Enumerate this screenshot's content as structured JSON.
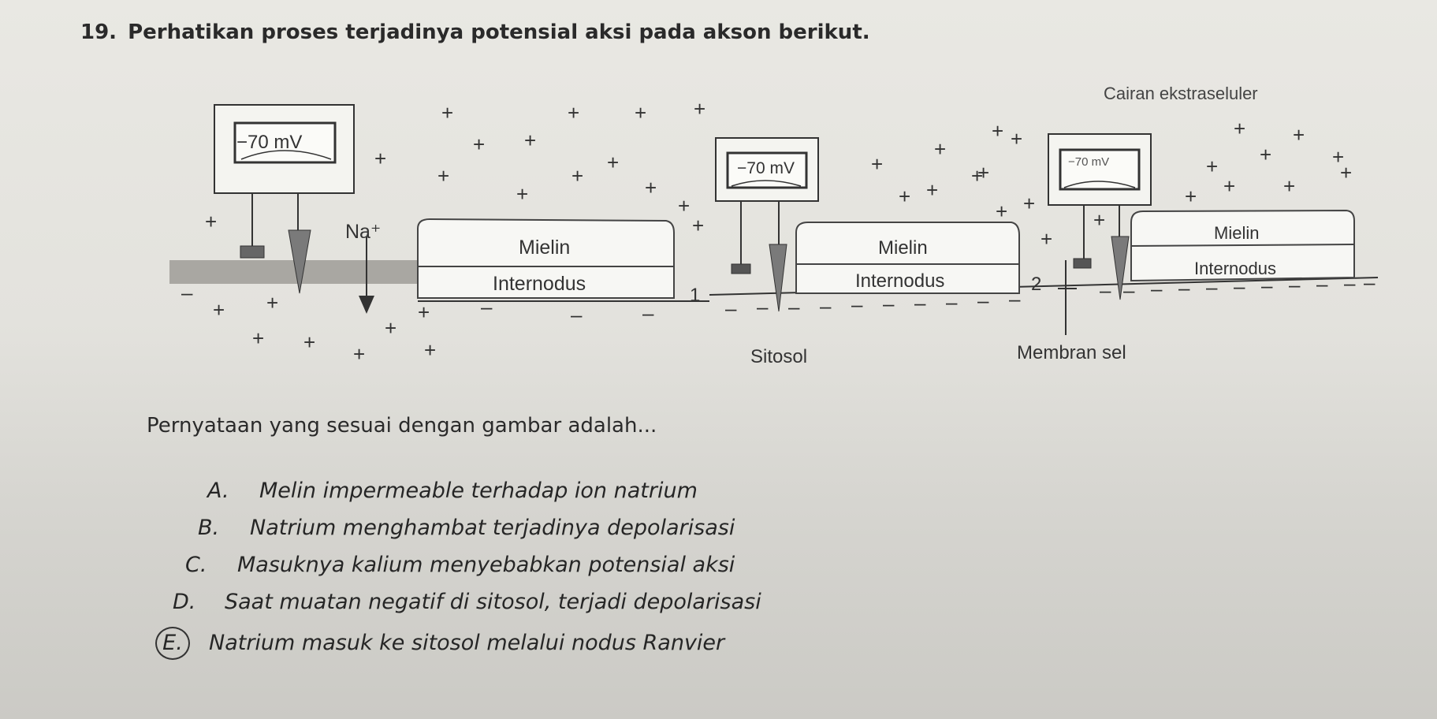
{
  "question": {
    "number": "19.",
    "text": "Perhatikan proses terjadinya potensial aksi pada akson berikut."
  },
  "diagram": {
    "label_extracellular": "Cairan ekstraseluler",
    "label_cytosol": "Sitosol",
    "label_membrane": "Membran sel",
    "label_na": "Na⁺",
    "meters": [
      "−70 mV",
      "−70 mV",
      "−70 mV"
    ],
    "myelin": [
      "Mielin",
      "Mielin",
      "Mielin"
    ],
    "internode": [
      "Internodus",
      "Internodus",
      "Internodus"
    ],
    "node_labels": [
      "1",
      "2"
    ]
  },
  "prompt": "Pernyataan yang sesuai dengan gambar adalah...",
  "options": [
    {
      "letter": "A.",
      "text": "Melin impermeable terhadap ion natrium"
    },
    {
      "letter": "B.",
      "text": "Natrium menghambat terjadinya depolarisasi"
    },
    {
      "letter": "C.",
      "text": "Masuknya kalium menyebabkan potensial aksi"
    },
    {
      "letter": "D.",
      "text": "Saat muatan negatif di sitosol, terjadi depolarisasi"
    },
    {
      "letter": "E.",
      "text": "Natrium masuk ke sitosol melalui nodus Ranvier"
    }
  ],
  "selected_option": "E."
}
